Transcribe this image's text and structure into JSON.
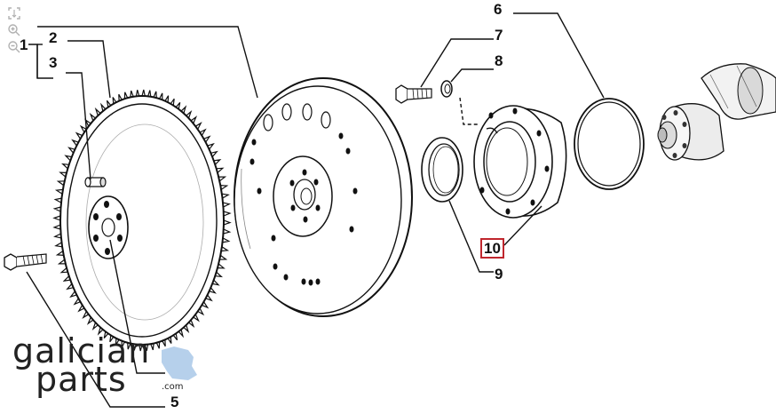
{
  "diagram": {
    "callouts": [
      {
        "id": "1",
        "label": "1",
        "highlighted": false
      },
      {
        "id": "2",
        "label": "2",
        "highlighted": false
      },
      {
        "id": "3",
        "label": "3",
        "highlighted": false
      },
      {
        "id": "5",
        "label": "5",
        "highlighted": false
      },
      {
        "id": "6",
        "label": "6",
        "highlighted": false
      },
      {
        "id": "7",
        "label": "7",
        "highlighted": false
      },
      {
        "id": "8",
        "label": "8",
        "highlighted": false
      },
      {
        "id": "9",
        "label": "9",
        "highlighted": false
      },
      {
        "id": "10",
        "label": "10",
        "highlighted": true
      }
    ],
    "highlight_color": "#c0262d"
  },
  "toolbar": {
    "icons": [
      "fit-icon",
      "zoom-in-icon",
      "zoom-out-icon"
    ]
  },
  "watermark": {
    "line1": "galician",
    "line2": "parts",
    "suffix": ".com",
    "accent_color": "#a9c8e8"
  }
}
